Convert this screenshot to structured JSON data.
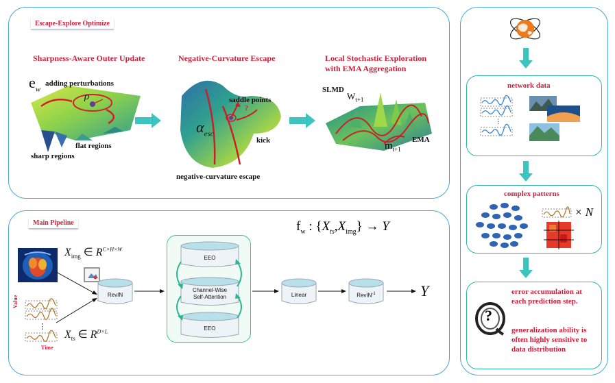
{
  "top_panel": {
    "title": "Escape-Explore Optimize",
    "stage1": {
      "title": "Sharpness-Aware Outer Update",
      "ew": "e",
      "ew_sub": "w",
      "rho": "ρ",
      "adding_perturbations": "adding perturbations",
      "flat_regions": "flat regions",
      "sharp_regions": "sharp regions"
    },
    "stage2": {
      "title": "Negative-Curvature Escape",
      "saddle_points": "saddle points",
      "alpha": "α",
      "alpha_sub": "esc",
      "kick": "kick",
      "question": "?",
      "bottom": "negative-curvature escape"
    },
    "stage3": {
      "title_line1": "Local Stochastic Exploration",
      "title_line2": "with EMA Aggregation",
      "slmd": "SLMD",
      "w": "W",
      "w_sub": "t+1",
      "ema": "EMA",
      "m": "m",
      "m_sub": "t+1"
    }
  },
  "bottom_panel": {
    "title": "Main Pipeline",
    "formula": {
      "f": "f",
      "f_sub": "w",
      "colon": ":",
      "open": "{",
      "xts": "X",
      "xts_sub": "ts",
      "comma": ",",
      "ximg": "X",
      "ximg_sub": "img",
      "close": "}",
      "arrow": "→",
      "y": "Y"
    },
    "ximg_label": {
      "x": "X",
      "sub": "img",
      "in": "∈",
      "r": "R",
      "sup": "C×H×W"
    },
    "xts_label": {
      "x": "X",
      "sub": "ts",
      "in": "∈",
      "r": "R",
      "sup": "D×L"
    },
    "value_axis": "Value",
    "time_axis": "Time",
    "dots": "⋮",
    "revin": "RevIN",
    "eeo_top": "EEO",
    "attention_line1": "Channel-Wise",
    "attention_line2": "Self-Attention",
    "eeo_bottom": "EEO",
    "linear": "Linear",
    "revin_inv": "RevIN",
    "revin_inv_sup": "-1",
    "output": "Y"
  },
  "right_panel": {
    "network_data": "network data",
    "complex_patterns": "complex patterns",
    "times_n": "× N",
    "error_text": "error accumulation at each prediction step.",
    "generalization_text": "generalization ability is often highly sensitive to data distribution",
    "question_glyph": "?"
  },
  "colors": {
    "panel_border": "#4aa6d6",
    "title_red": "#d11f3b",
    "teal_arrow": "#3cc4c0",
    "sub_border": "#2bb5a8",
    "dot_blue": "#2f64b3"
  }
}
